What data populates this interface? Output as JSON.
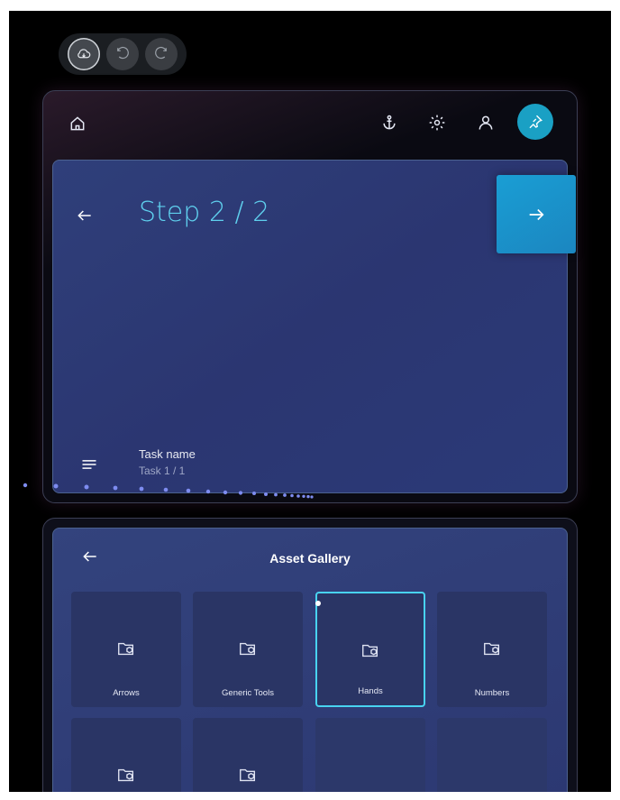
{
  "toolbar": {
    "buttons": [
      {
        "name": "cloud-sync-icon"
      },
      {
        "name": "undo-icon"
      },
      {
        "name": "redo-icon"
      }
    ]
  },
  "step_panel": {
    "nav_icons": [
      "home-icon",
      "anchor-icon",
      "gear-icon",
      "person-icon",
      "pin-icon"
    ],
    "title": "Step 2 / 2",
    "task_name": "Task name",
    "task_count": "Task 1 / 1"
  },
  "gallery": {
    "title": "Asset Gallery",
    "tiles": [
      {
        "label": "Arrows"
      },
      {
        "label": "Generic Tools"
      },
      {
        "label": "Hands",
        "selected": true
      },
      {
        "label": "Numbers"
      },
      {
        "label": ""
      },
      {
        "label": ""
      },
      {
        "label": ""
      },
      {
        "label": ""
      }
    ]
  },
  "colors": {
    "accent": "#1aa0c4",
    "title": "#5fd0ee",
    "selected_border": "#48d3f0",
    "card": "#2f3f7a"
  }
}
